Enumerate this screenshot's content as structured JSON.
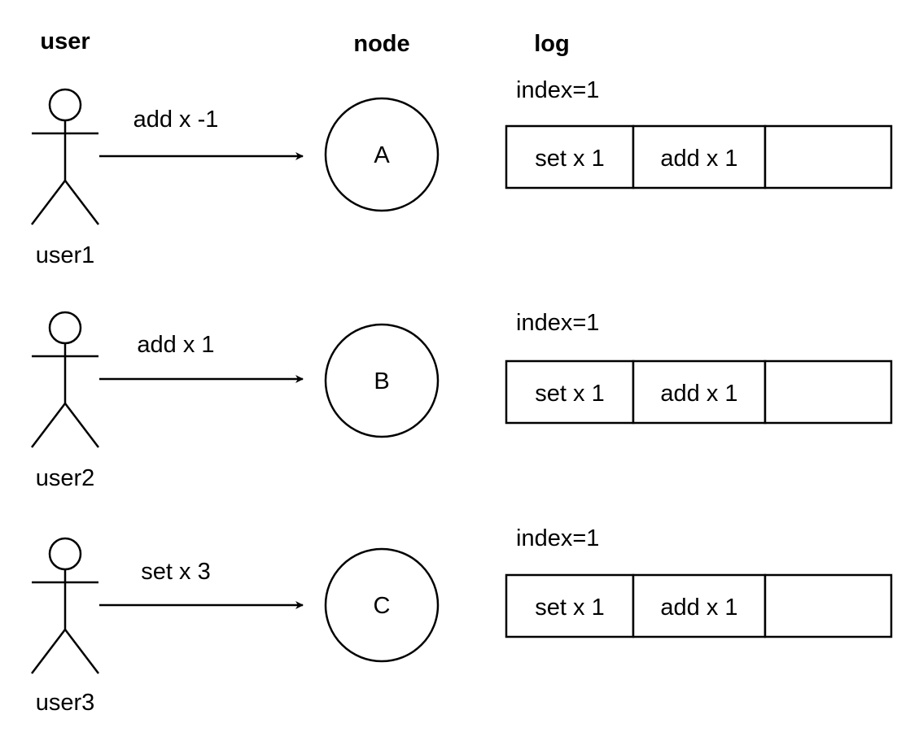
{
  "headers": {
    "user": "user",
    "node": "node",
    "log": "log"
  },
  "rows": [
    {
      "user": "user1",
      "command": "add x -1",
      "node": "A",
      "index_label": "index=1",
      "log_entries": [
        "set x 1",
        "add x 1",
        ""
      ]
    },
    {
      "user": "user2",
      "command": "add x 1",
      "node": "B",
      "index_label": "index=1",
      "log_entries": [
        "set x 1",
        "add x 1",
        ""
      ]
    },
    {
      "user": "user3",
      "command": "set x 3",
      "node": "C",
      "index_label": "index=1",
      "log_entries": [
        "set x 1",
        "add x 1",
        ""
      ]
    }
  ],
  "icons": {
    "actor": "stick-figure-icon",
    "arrow": "arrow-right-icon"
  },
  "colors": {
    "stroke": "#000000",
    "background": "#ffffff"
  }
}
